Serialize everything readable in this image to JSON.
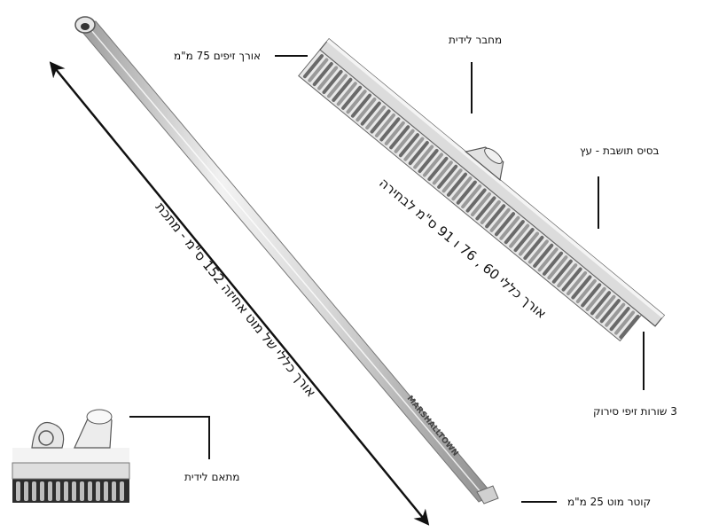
{
  "labels": {
    "bristle_length": "אורך זיפים 75 מ\"מ",
    "handle_connector": "מחבר לידית",
    "base": "בסיס תושבת - עץ",
    "rows": "3 שורות זיפי סירוק",
    "rod_diameter": "קוטר מוט 25 מ\"מ",
    "adapter": "מתאם לידית"
  },
  "dimensions": {
    "broom_length": "אורך כללי 60 , 76 ו 91 ס\"מ לבחירה",
    "handle_length": "אורך כללי של מוט אחיזה 152 ס\"מ - מתכת"
  },
  "brand": "MARSHALLTOWN",
  "colors": {
    "ink": "#111111",
    "metal": "#c9c9c9",
    "bristle": "#555555"
  }
}
